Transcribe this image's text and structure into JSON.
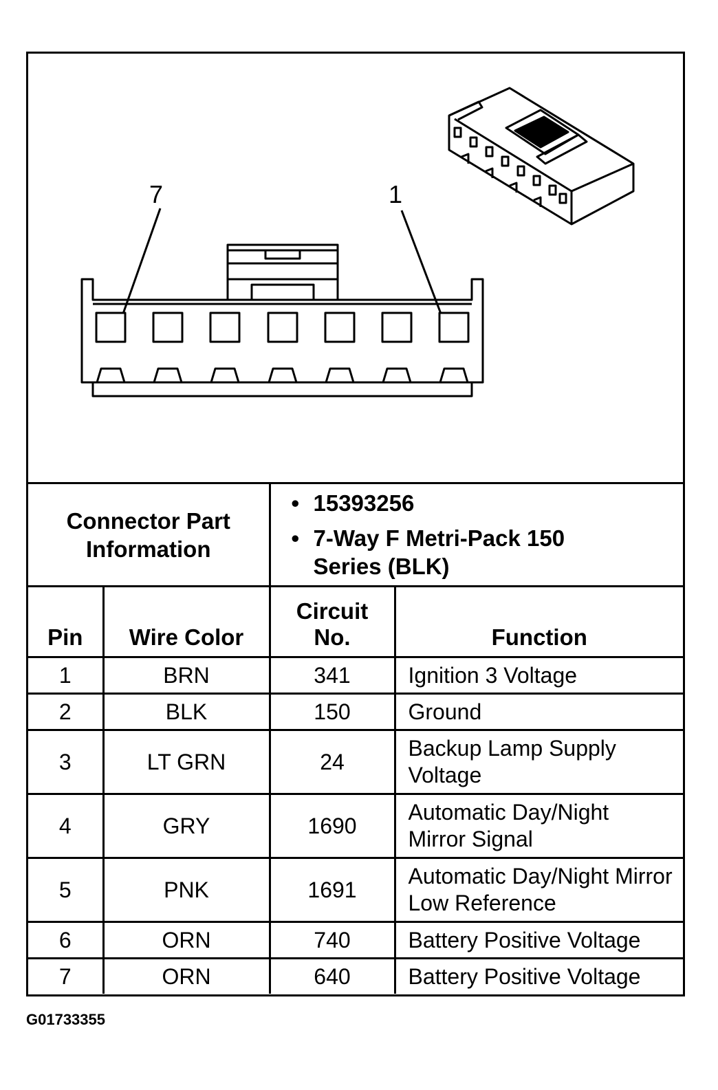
{
  "diagram": {
    "pin_callouts": [
      "7",
      "1"
    ]
  },
  "connector_info": {
    "label": "Connector Part Information",
    "items": [
      "15393256",
      "7-Way F Metri-Pack 150 Series (BLK)"
    ]
  },
  "table": {
    "headers": {
      "pin": "Pin",
      "wire_color": "Wire Color",
      "circuit": "Circuit No.",
      "function": "Function"
    },
    "rows": [
      {
        "pin": "1",
        "wire_color": "BRN",
        "circuit": "341",
        "function": "Ignition 3 Voltage"
      },
      {
        "pin": "2",
        "wire_color": "BLK",
        "circuit": "150",
        "function": "Ground"
      },
      {
        "pin": "3",
        "wire_color": "LT GRN",
        "circuit": "24",
        "function": "Backup Lamp Supply Voltage"
      },
      {
        "pin": "4",
        "wire_color": "GRY",
        "circuit": "1690",
        "function": "Automatic Day/Night Mirror Signal"
      },
      {
        "pin": "5",
        "wire_color": "PNK",
        "circuit": "1691",
        "function": "Automatic Day/Night Mirror Low Reference"
      },
      {
        "pin": "6",
        "wire_color": "ORN",
        "circuit": "740",
        "function": "Battery Positive Voltage"
      },
      {
        "pin": "7",
        "wire_color": "ORN",
        "circuit": "640",
        "function": "Battery Positive Voltage"
      }
    ]
  },
  "figure_id": "G01733355"
}
